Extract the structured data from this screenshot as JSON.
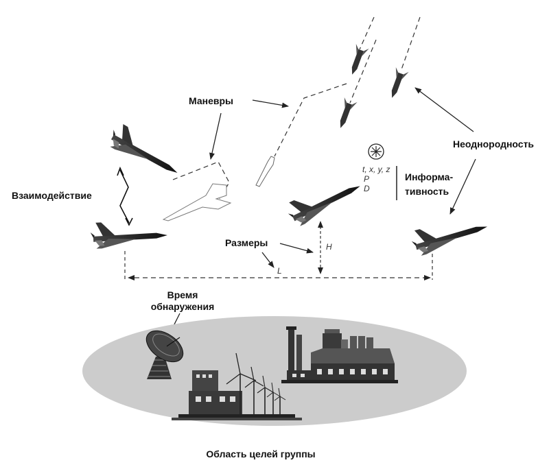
{
  "labels": {
    "maneuvers": "Маневры",
    "interaction": "Взаимодействие",
    "heterogeneity": "Неоднородность",
    "informativeness_line1": "Информа-",
    "informativeness_line2": "тивность",
    "sizes": "Размеры",
    "detection_time_line1": "Время",
    "detection_time_line2": "обнаружения",
    "group_target_area": "Область целей группы"
  },
  "symbols": {
    "coords": "t, x, y, z",
    "p": "P",
    "d": "D",
    "height": "H",
    "length": "L"
  }
}
